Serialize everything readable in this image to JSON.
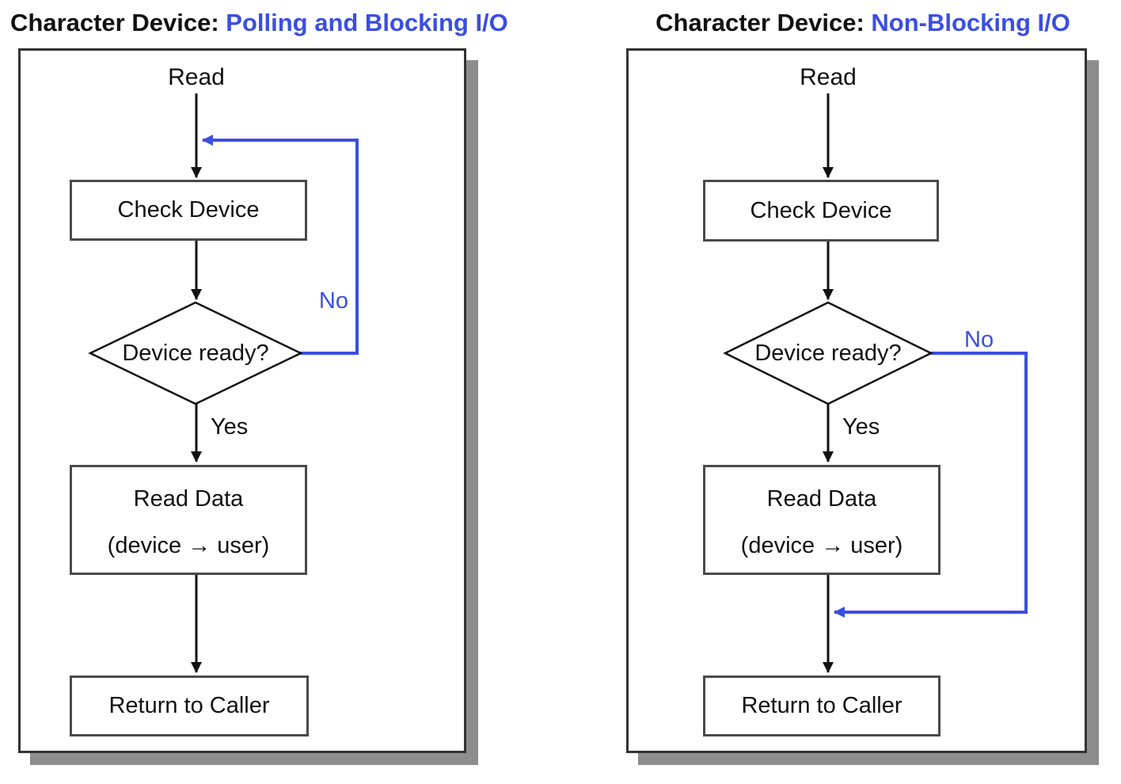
{
  "colors": {
    "accent_blue": "#3b4ee2",
    "line_black": "#111111",
    "shadow_gray": "#8d8d8d"
  },
  "panels": [
    {
      "title_prefix": "Character Device:",
      "title_highlight": "Polling and Blocking I/O",
      "nodes": {
        "start_label": "Read",
        "check_device": "Check Device",
        "decision": "Device ready?",
        "yes_label": "Yes",
        "no_label": "No",
        "read_data_line1": "Read Data",
        "read_data_line2": "(device → user)",
        "return_caller": "Return to Caller"
      }
    },
    {
      "title_prefix": "Character Device:",
      "title_highlight": "Non-Blocking I/O",
      "nodes": {
        "start_label": "Read",
        "check_device": "Check Device",
        "decision": "Device ready?",
        "yes_label": "Yes",
        "no_label": "No",
        "read_data_line1": "Read Data",
        "read_data_line2": "(device → user)",
        "return_caller": "Return to Caller"
      }
    }
  ]
}
